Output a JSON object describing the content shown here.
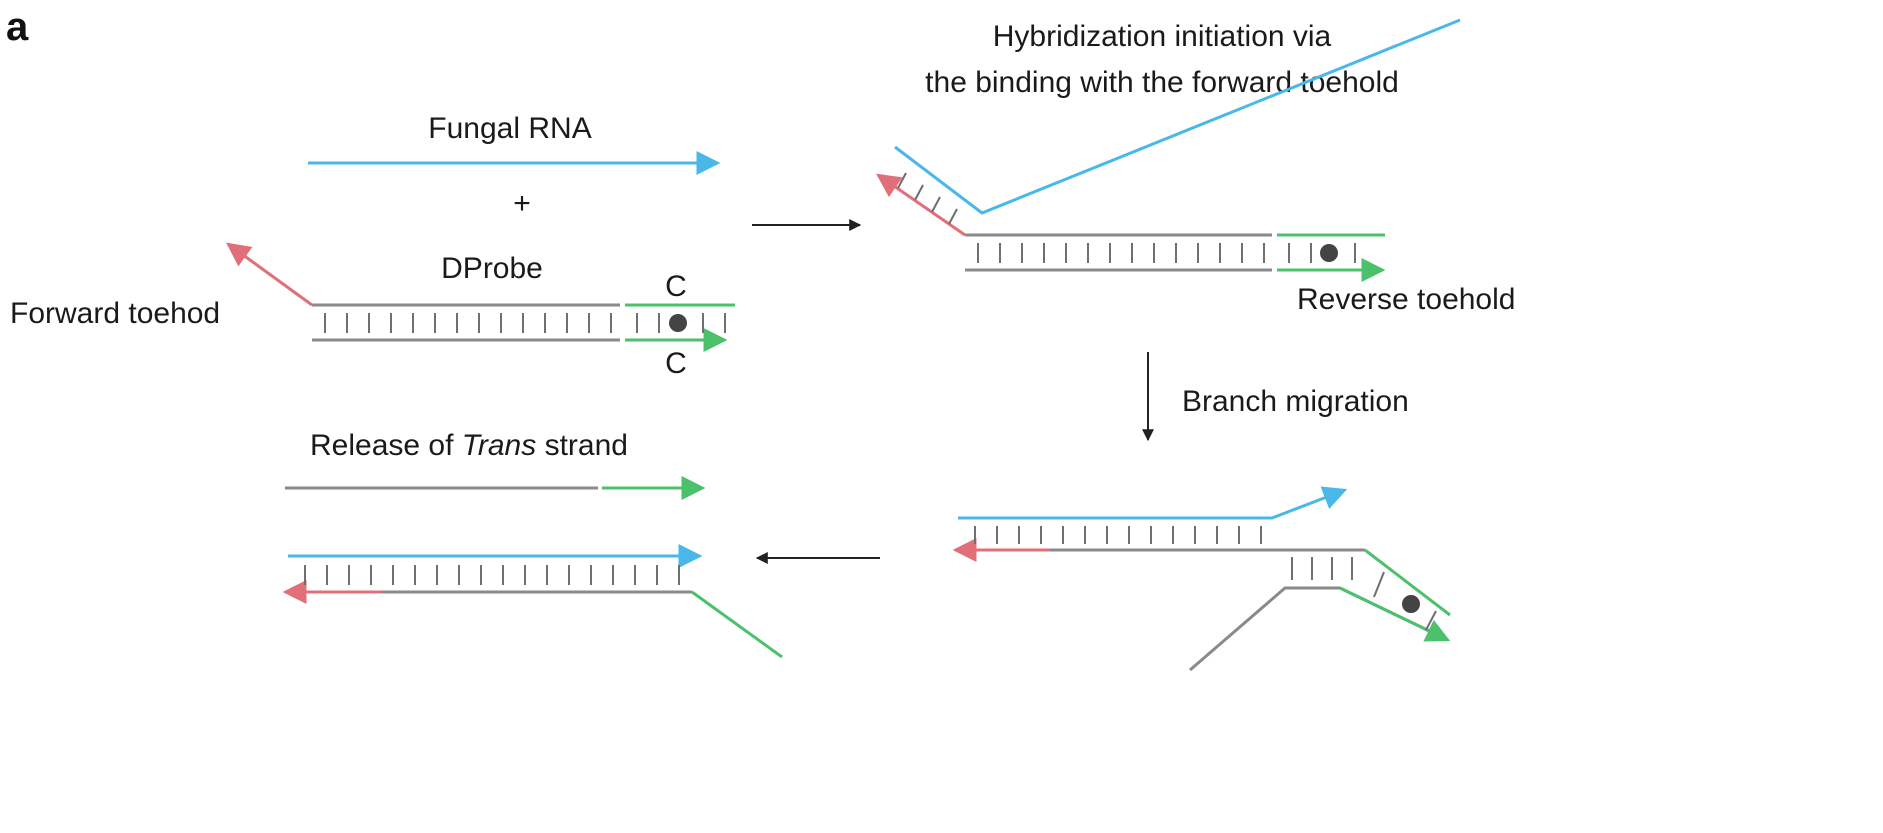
{
  "panel_label": "a",
  "colors": {
    "rna": "#49b8e8",
    "forward_toehold": "#e06f78",
    "probe_green": "#4cc16b",
    "probe_gray": "#8a8a8a",
    "base_tick": "#6f6f6f",
    "dot": "#444444",
    "arrow": "#222222"
  },
  "labels": {
    "fungal_rna": "Fungal RNA",
    "plus": "+",
    "dprobe": "DProbe",
    "c_top": "C",
    "c_bottom": "C",
    "forward_toehold": "Forward toehod",
    "hybridization_line1": "Hybridization initiation via",
    "hybridization_line2": "the binding with the forward toehold",
    "reverse_toehold": "Reverse toehold",
    "branch_migration": "Branch migration",
    "release_prefix": "Release of ",
    "release_italic": "Trans",
    "release_suffix": " strand"
  },
  "icons": [
    "right-arrow-icon",
    "down-arrow-icon",
    "left-arrow-icon",
    "fluorophore-dot-icon"
  ]
}
